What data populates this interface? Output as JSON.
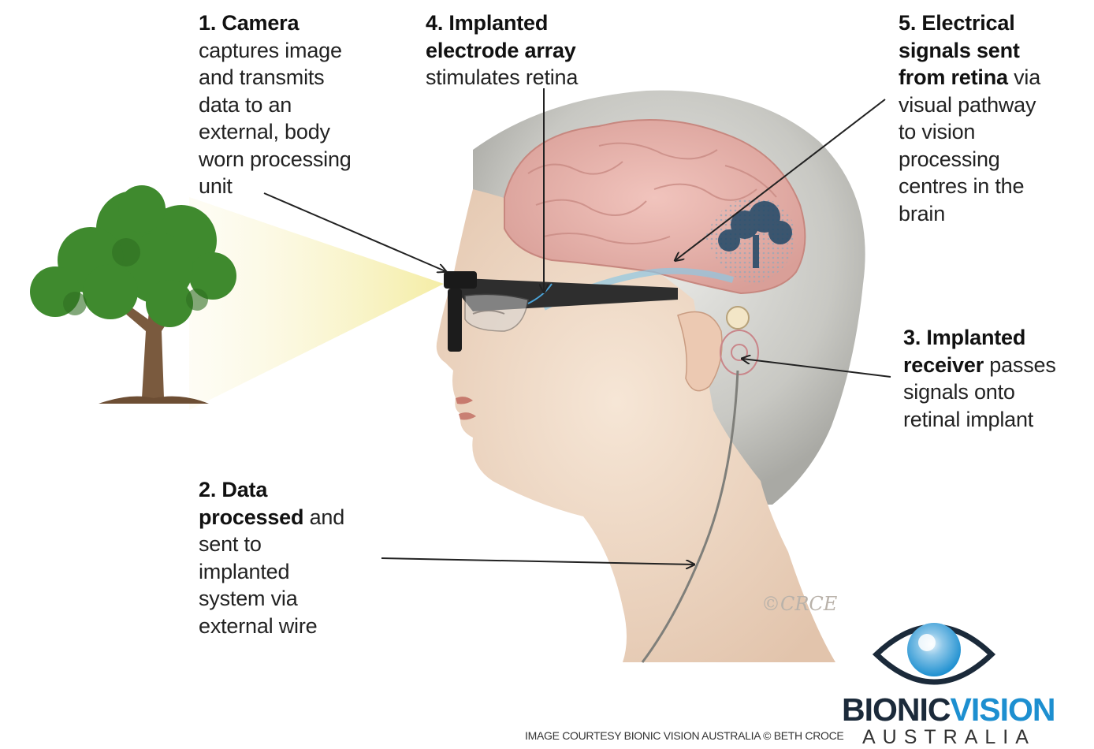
{
  "callouts": {
    "camera": {
      "title": "1. Camera",
      "lines": [
        "captures image",
        "and  transmits",
        "data to an",
        "external, body",
        "worn processing",
        "unit"
      ]
    },
    "data": {
      "lines_bold": [
        "2. Data",
        "processed"
      ],
      "line2_rest": " and",
      "lines": [
        "sent to",
        "implanted",
        "system via",
        "external wire"
      ]
    },
    "electrode": {
      "title_lines": [
        "4. Implanted",
        "electrode array"
      ],
      "lines": [
        "stimulates retina"
      ]
    },
    "signals": {
      "title_lines": [
        "5. Electrical",
        "signals sent",
        "from retina"
      ],
      "line3_rest": " via",
      "lines": [
        "visual pathway",
        "to vision",
        "processing",
        "centres in the",
        "brain"
      ]
    },
    "receiver": {
      "title": "3. Implanted",
      "bold_word": "receiver",
      "line2_rest": " passes",
      "lines": [
        "signals onto",
        "retinal implant"
      ]
    }
  },
  "credit": "IMAGE COURTESY BIONIC VISION AUSTRALIA © BETH CROCE",
  "signature": "©CRCE",
  "logo": {
    "word1": "BIONIC",
    "word2": "VISION",
    "sub": "AUSTRALIA",
    "colors": {
      "dark": "#1b2a3a",
      "blue": "#1d8fd0"
    }
  },
  "colors": {
    "tree_foliage": "#3f8a2e",
    "tree_trunk": "#7a5a3e",
    "light_beam": "#f7f0b8",
    "brain": "#e8b4ae",
    "hair": "#cfcfcb",
    "skin": "#f1dccb"
  },
  "icons": [
    "tree-icon",
    "head-illustration",
    "brain-icon",
    "glasses-icon",
    "receiver-icon",
    "eye-logo-icon"
  ]
}
